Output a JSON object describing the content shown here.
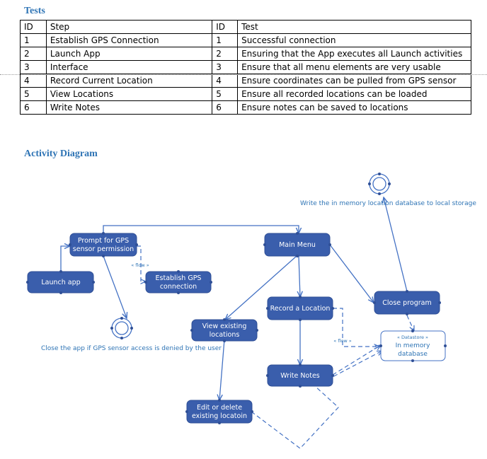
{
  "tests_heading": "Tests",
  "table": {
    "headers": [
      "ID",
      "Step",
      "ID",
      "Test"
    ],
    "rows": [
      [
        "1",
        "Establish GPS Connection",
        "1",
        "Successful connection"
      ],
      [
        "2",
        "Launch App",
        "2",
        "Ensuring that the App executes all Launch activities"
      ],
      [
        "3",
        "Interface",
        "3",
        "Ensure that all menu elements are very usable"
      ],
      [
        "4",
        "Record Current Location",
        "4",
        "Ensure coordinates can be pulled from GPS sensor"
      ],
      [
        "5",
        "View Locations",
        "5",
        "Ensure all recorded locations can be loaded"
      ],
      [
        "6",
        "Write Notes",
        "6",
        "Ensure notes can be saved to locations"
      ]
    ]
  },
  "activity_heading": "Activity Diagram",
  "diagram": {
    "nodes": {
      "launch_app": [
        "Launch app"
      ],
      "prompt_gps": [
        "Prompt for GPS",
        "sensor permission"
      ],
      "establish_gps": [
        "Establish GPS",
        "connection"
      ],
      "main_menu": [
        "Main Menu"
      ],
      "record_location": [
        "Record a Location"
      ],
      "write_notes": [
        "Write Notes"
      ],
      "view_locations": [
        "View existing",
        "locations"
      ],
      "edit_delete": [
        "Edit or delete",
        "existing locatoin"
      ],
      "close_program": [
        "Close program"
      ]
    },
    "datastore": {
      "stereotype": "« Datastore »",
      "label": [
        "In memory",
        "database"
      ]
    },
    "flow_label": "« flow »",
    "notes": {
      "close_app": "Close the app if GPS sensor access is denied by the user",
      "write_db": "Write the in memory location database to local storage"
    },
    "colors": {
      "node_fill": "#3a5eac",
      "node_stroke": "#2f4f96",
      "line": "#4472c4",
      "heading": "#2e74b5"
    }
  }
}
